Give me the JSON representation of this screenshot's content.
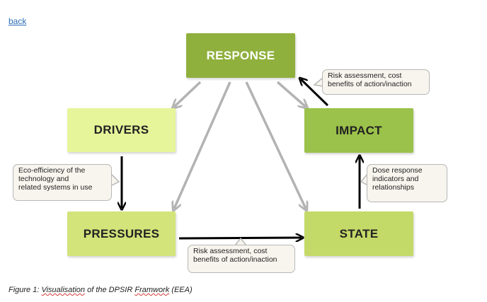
{
  "nav": {
    "back_label": "back"
  },
  "boxes": {
    "response": "RESPONSE",
    "drivers": "DRIVERS",
    "impact": "IMPACT",
    "pressures": "PRESSURES",
    "state": "STATE"
  },
  "callouts": {
    "top": "Risk assessment, cost\nbenefits of action/inaction",
    "left": "Eco-efficiency of the\ntechnology and\nrelated systems in use",
    "right": "Dose response\nindicators and\nrelationships",
    "bottom": "Risk assessment, cost\nbenefits of action/inaction"
  },
  "caption": {
    "prefix": "Figure 1: ",
    "word1": "Visualisation",
    "middle": " of the DPSIR ",
    "word2": "Framwork",
    "suffix": " (EEA)"
  },
  "colors": {
    "response": "#8fb03d",
    "drivers": "#e6f59a",
    "impact": "#9bc24a",
    "pressures": "#d2e47a",
    "state": "#c4da68",
    "grey_arrow": "#b3b3b3",
    "black_arrow": "#000000"
  }
}
